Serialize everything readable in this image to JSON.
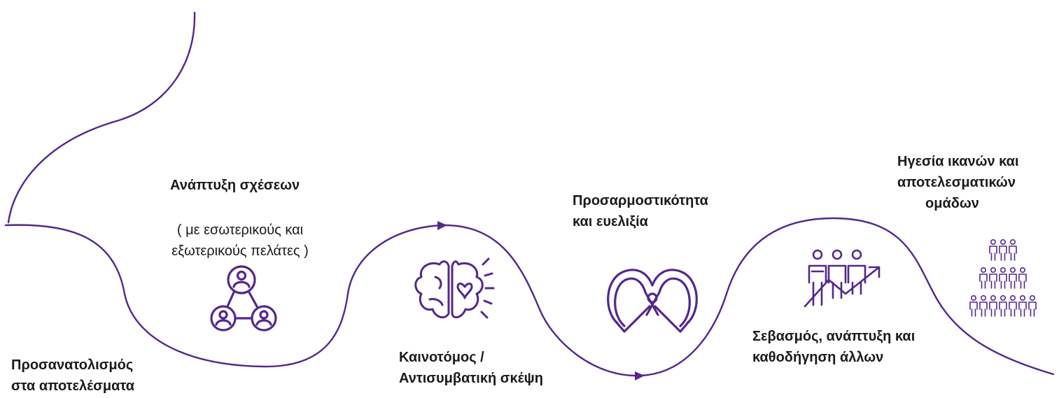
{
  "accent_color": "#54278c",
  "steps": [
    {
      "title_lines": [
        "Προσανατολισμός",
        "στα αποτελέσματα"
      ]
    },
    {
      "title_lines": [
        "Ανάπτυξη σχέσεων"
      ],
      "subtitle_lines": [
        "( με εσωτερικούς και",
        "εξωτερικούς πελάτες )"
      ],
      "icon": "people-network-icon"
    },
    {
      "title_lines": [
        "Καινοτόμος /",
        "Αντισυμβατική σκέψη"
      ],
      "icon": "brain-heart-icon"
    },
    {
      "title_lines": [
        "Προσαρμοστικότητα",
        "και ευελιξία"
      ],
      "icon": "pretzel-icon"
    },
    {
      "title_lines": [
        "Σεβασμός, ανάπτυξη και",
        "καθοδήγηση άλλων"
      ],
      "icon": "people-growth-arrow-icon"
    },
    {
      "title_lines": [
        "Ηγεσία ικανών και",
        "αποτελεσματικών",
        "ομάδων"
      ],
      "icon": "team-pyramid-icon"
    }
  ]
}
